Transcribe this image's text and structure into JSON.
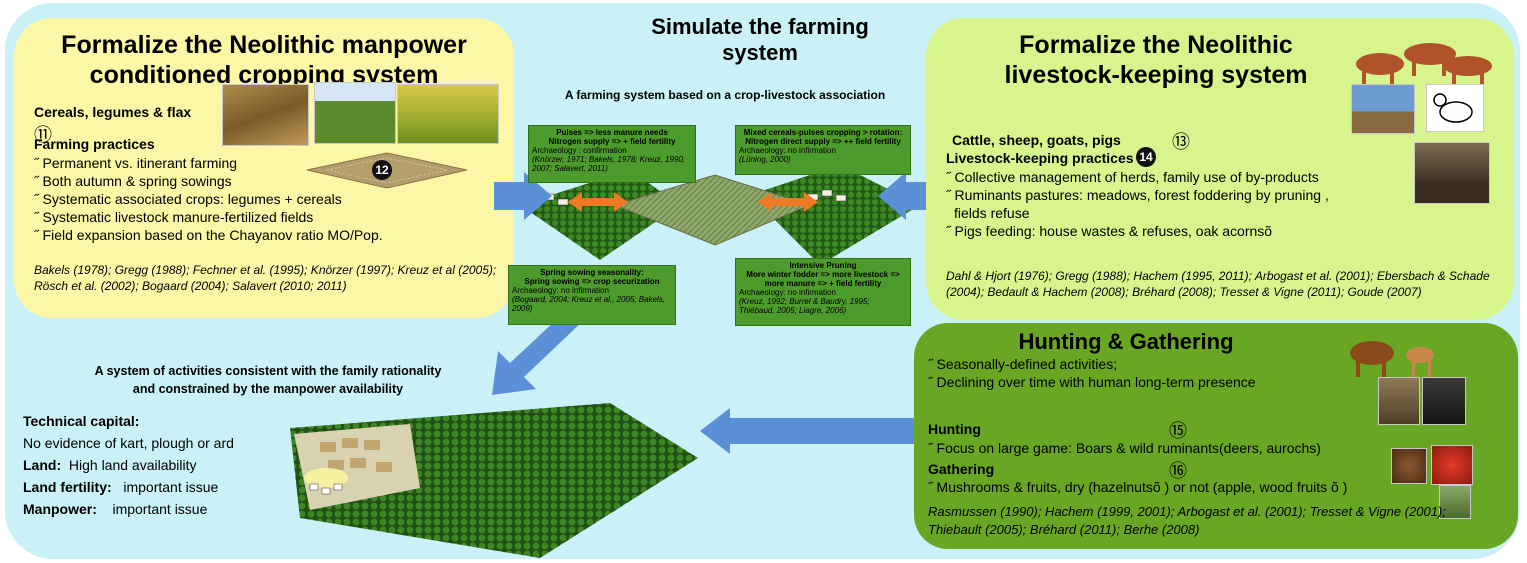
{
  "center": {
    "title": "Simulate the farming system",
    "subtitle": "A farming system based on a crop-livestock association",
    "boxes": {
      "pulses": {
        "h1": "Pulses => less manure needs",
        "h2": "Nitrogen supply => + field fertility",
        "arch": "Archaeology : confirmation",
        "refs": "(Knörzer, 1971; Bakels, 1978; Kreuz, 1990, 2007; Salavert, 2011)"
      },
      "mixed": {
        "h1": "Mixed cereals-pulses cropping > rotation:",
        "h2": "Nitrogen direct supply => ++ field fertility",
        "arch": "Archaeology: no infirmation",
        "refs": "(Lüning, 2000)"
      },
      "sowing": {
        "h1": "Spring sowing seasonality:",
        "h2": "Spring sowing => crop securization",
        "arch": "Archaeology: no infirmation",
        "refs": "(Bogaard, 2004; Kreuz et al., 2005; Bakels, 2009)"
      },
      "pruning": {
        "h1": "Intensive Pruning",
        "h2": "More winter fodder => more livestock => more manure => + field fertility",
        "arch": "Archaeology: no infirmation",
        "refs": "(Kreuz, 1992; Burrel & Baudry, 1995; Thiébaud, 2005; Liagre, 2006)"
      }
    }
  },
  "crop": {
    "title": "Formalize the Neolithic manpower conditioned cropping system",
    "crops_label": "Cereals, legumes & flax",
    "crops_num": "⑪",
    "practices_label": "Farming practices",
    "practices_num": "12",
    "items": [
      "˝ Permanent vs. itinerant farming",
      "˝ Both autumn & spring sowings",
      "˝ Systematic associated crops: legumes + cereals",
      "˝ Systematic livestock manure-fertilized fields",
      "˝ Field expansion based on the  Chayanov ratio MO/Pop."
    ],
    "refs": "Bakels (1978); Gregg (1988); Fechner et al. (1995);  Knörzer (1997); Kreuz et al (2005); Rösch et al. (2002);  Bogaard (2004); Salavert (2010; 2011)"
  },
  "livestock": {
    "title": "Formalize the Neolithic livestock-keeping system",
    "animals_label": "Cattle, sheep, goats, pigs",
    "animals_num": "⑬",
    "practices_label": "Livestock-keeping practices",
    "practices_num": "14",
    "items": [
      "˝ Collective management of herds, family use  of by-products",
      "˝ Ruminants  pastures: meadows, forest foddering by pruning ,",
      "  fields  refuse",
      "˝ Pigs feeding: house wastes & refuses, oak acornsõ"
    ],
    "refs": "Dahl & Hjort (1976); Gregg (1988); Hachem (1995, 2011); Arbogast et al. (2001); Ebersbach & Schade (2004); Bedault & Hachem (2008); Bréhard (2008); Tresset & Vigne (2011); Goude (2007)"
  },
  "hunting": {
    "title": "Hunting & Gathering",
    "intro": [
      "˝ Seasonally-defined activities;",
      "˝ Declining over time with human long-term presence"
    ],
    "hunting_label": "Hunting",
    "hunting_num": "⑮",
    "hunting_item": "˝ Focus on large game: Boars & wild ruminants(deers, aurochs)",
    "gathering_label": "Gathering",
    "gathering_num": "⑯",
    "gathering_item": "˝ Mushrooms & fruits, dry (hazelnutsõ  ) or not (apple, wood fruits õ  )",
    "refs": "Rasmussen (1990); Hachem (1999, 2001); Arbogast et al. (2001); Tresset & Vigne (2001); Thiebault (2005); Bréhard (2011);  Berhe (2008)"
  },
  "system": {
    "title_line1": "A system of activities consistent with the family rationality",
    "title_line2": "and constrained by the manpower availability",
    "technical_label": "Technical capital:",
    "technical_value": "No evidence of kart, plough or ard",
    "land_label": "Land:",
    "land_value": "High land availability",
    "fertility_label": "Land fertility:",
    "fertility_value": "important issue",
    "manpower_label": "Manpower:",
    "manpower_value": "important issue"
  },
  "colors": {
    "background": "#c9f1f7",
    "crop_panel": "#fbf7a6",
    "livestock_panel": "#d7f58c",
    "hunting_panel": "#68a624",
    "arrow_blue": "#5b8fd6",
    "arrow_orange": "#f07a24",
    "info_box_green": "#4d9b2c"
  }
}
